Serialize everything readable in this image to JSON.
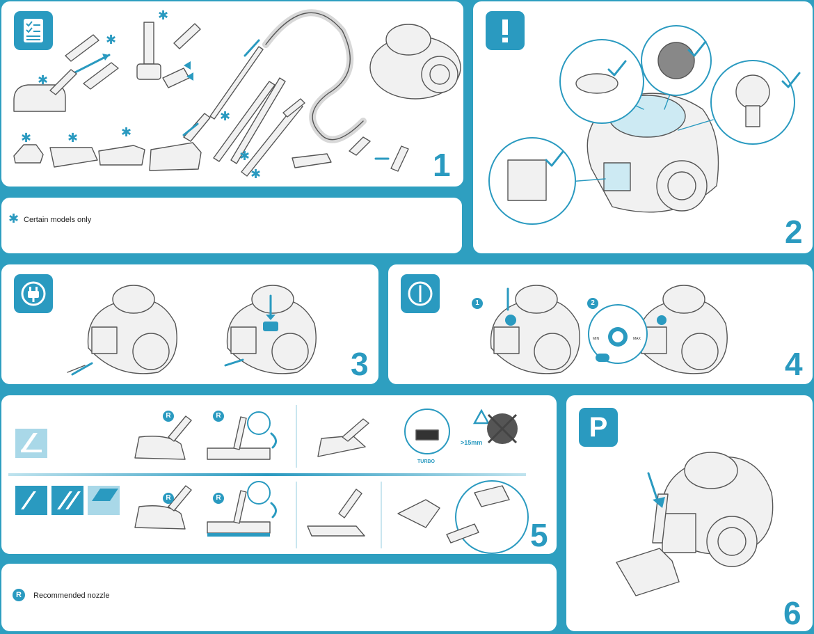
{
  "steps": {
    "step1": "1",
    "step2": "2",
    "step3": "3",
    "step4": "4",
    "step5": "5",
    "step6": "6"
  },
  "notes": {
    "certain_models": "Certain models only",
    "recommended_nozzle": "Recommended nozzle",
    "asterisk_symbol": "✱",
    "recommended_symbol": "R"
  },
  "labels": {
    "turbo": "TURBO",
    "size_limit": ">15mm",
    "parking": "P",
    "sub_step_1": "1",
    "sub_step_2": "2",
    "min": "MIN",
    "max": "MAX"
  },
  "colors": {
    "accent": "#2a9ac0",
    "background": "#2e9fc0",
    "panel": "#ffffff"
  },
  "icons": {
    "checklist": "checklist-icon",
    "warning": "exclamation-icon",
    "plug": "plug-icon",
    "power": "power-icon",
    "parking": "parking-icon"
  }
}
